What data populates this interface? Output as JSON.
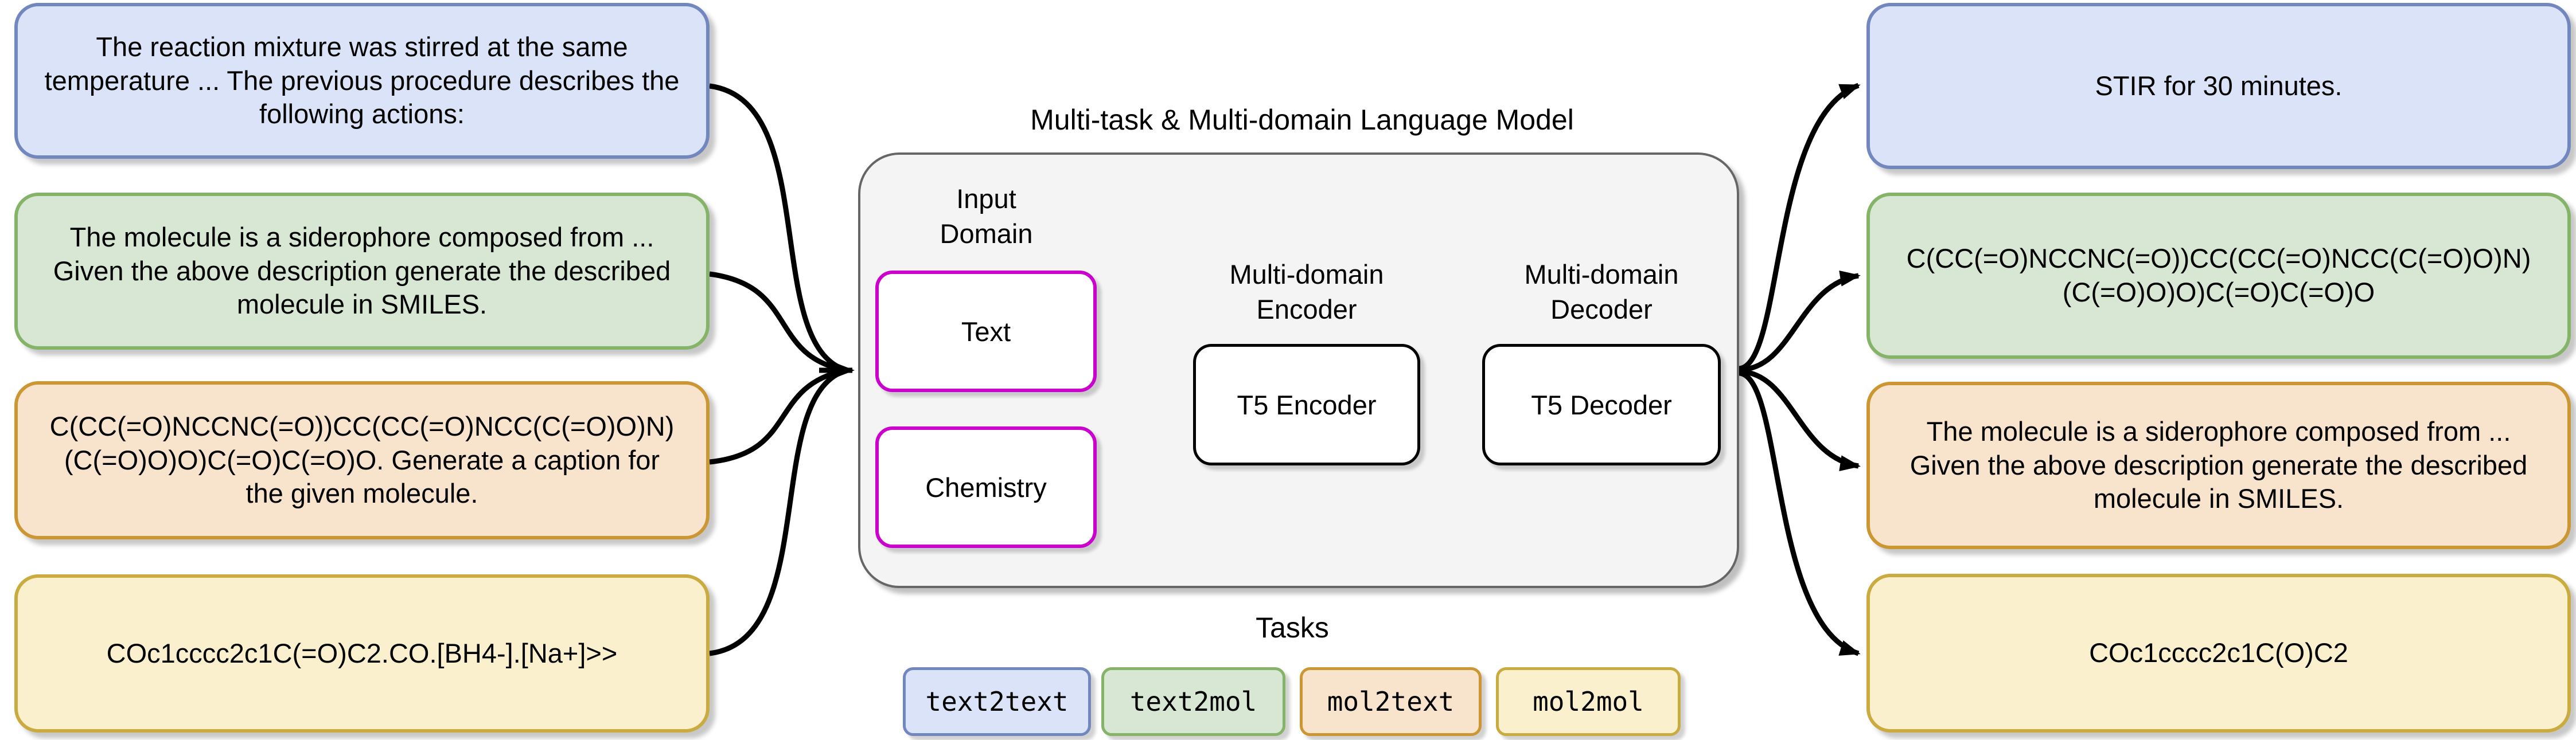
{
  "model": {
    "title": "Multi-task & Multi-domain Language Model",
    "input_domain_label": "Input Domain",
    "domains": [
      "Text",
      "Chemistry"
    ],
    "encoder_label": "Multi-domain Encoder",
    "encoder_box": "T5 Encoder",
    "decoder_label": "Multi-domain Decoder",
    "decoder_box": "T5 Decoder"
  },
  "inputs": [
    {
      "task": "text2text",
      "text": "The reaction mixture was stirred at the same temperature ... The previous procedure describes the following actions:"
    },
    {
      "task": "text2mol",
      "text": "The molecule is a siderophore composed from ... Given the above description generate the described molecule in SMILES."
    },
    {
      "task": "mol2text",
      "text": "C(CC(=O)NCCNC(=O))CC(CC(=O)NCC(C(=O)O)N)(C(=O)O)O)C(=O)C(=O)O. Generate a caption for the given molecule."
    },
    {
      "task": "mol2mol",
      "text": "COc1cccc2c1C(=O)C2.CO.[BH4-].[Na+]>>"
    }
  ],
  "outputs": [
    {
      "task": "text2text",
      "text": "STIR for 30 minutes."
    },
    {
      "task": "text2mol",
      "text": "C(CC(=O)NCCNC(=O))CC(CC(=O)NCC(C(=O)O)N)(C(=O)O)O)C(=O)C(=O)O"
    },
    {
      "task": "mol2text",
      "text": "The molecule is a siderophore composed from ... Given the above description generate the described molecule in SMILES."
    },
    {
      "task": "mol2mol",
      "text": "COc1cccc2c1C(O)C2"
    }
  ],
  "tasks": {
    "label": "Tasks",
    "items": [
      {
        "label": "text2text",
        "color": "#dae3f7"
      },
      {
        "label": "text2mol",
        "color": "#d7e7d4"
      },
      {
        "label": "mol2text",
        "color": "#f8e4cd"
      },
      {
        "label": "mol2mol",
        "color": "#faf0cd"
      }
    ]
  },
  "palette": {
    "blue_fill": "#dae3f7",
    "blue_stroke": "#7387bf",
    "green_fill": "#d7e7d4",
    "green_stroke": "#85b368",
    "orange_fill": "#f8e4cd",
    "orange_stroke": "#cc9733",
    "yellow_fill": "#faf0cd",
    "yellow_stroke": "#c9ab3f",
    "magenta_stroke": "#cc00cc",
    "container_fill": "#f4f4f4",
    "container_stroke": "#666666",
    "arrow": "#000000"
  }
}
